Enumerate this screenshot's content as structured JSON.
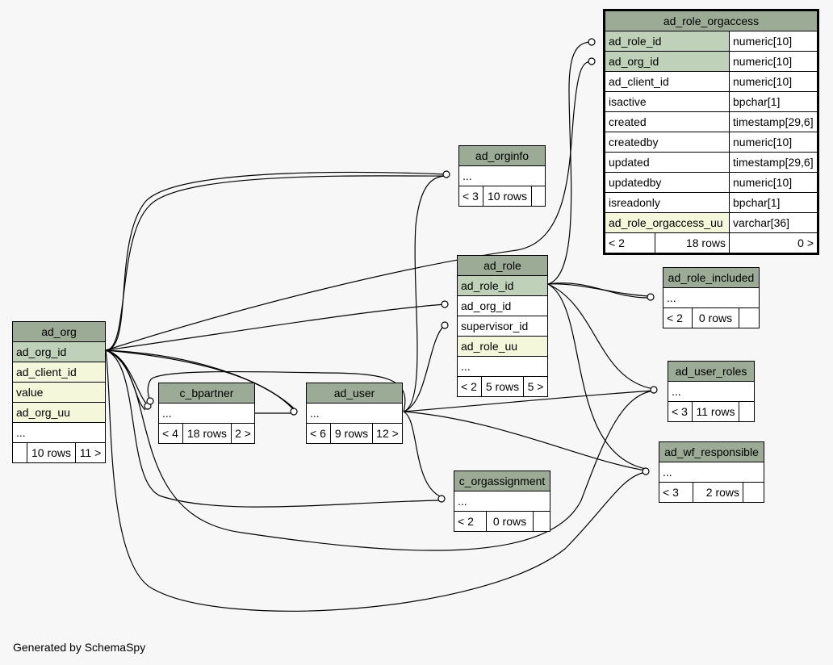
{
  "footer": "Generated by SchemaSpy",
  "colors": {
    "header": "#9bab96",
    "primary_key": "#bfd1b8",
    "indexed": "#f5f7db",
    "background": "#f7f7f7"
  },
  "tables": {
    "ad_role_orgaccess": {
      "name": "ad_role_orgaccess",
      "columns": [
        {
          "name": "ad_role_id",
          "type": "numeric[10]"
        },
        {
          "name": "ad_org_id",
          "type": "numeric[10]"
        },
        {
          "name": "ad_client_id",
          "type": "numeric[10]"
        },
        {
          "name": "isactive",
          "type": "bpchar[1]"
        },
        {
          "name": "created",
          "type": "timestamp[29,6]"
        },
        {
          "name": "createdby",
          "type": "numeric[10]"
        },
        {
          "name": "updated",
          "type": "timestamp[29,6]"
        },
        {
          "name": "updatedby",
          "type": "numeric[10]"
        },
        {
          "name": "isreadonly",
          "type": "bpchar[1]"
        },
        {
          "name": "ad_role_orgaccess_uu",
          "type": "varchar[36]"
        }
      ],
      "footer": {
        "parents": "< 2",
        "rows": "18 rows",
        "children": "0 >"
      }
    },
    "ad_orginfo": {
      "name": "ad_orginfo",
      "columns": [
        "..."
      ],
      "footer": {
        "parents": "< 3",
        "rows": "10 rows",
        "children": ""
      }
    },
    "ad_role": {
      "name": "ad_role",
      "columns": [
        "ad_role_id",
        "ad_org_id",
        "supervisor_id",
        "ad_role_uu",
        "..."
      ],
      "footer": {
        "parents": "< 2",
        "rows": "5 rows",
        "children": "5 >"
      }
    },
    "ad_role_included": {
      "name": "ad_role_included",
      "columns": [
        "..."
      ],
      "footer": {
        "parents": "< 2",
        "rows": "0 rows",
        "children": ""
      }
    },
    "ad_org": {
      "name": "ad_org",
      "columns": [
        "ad_org_id",
        "ad_client_id",
        "value",
        "ad_org_uu",
        "..."
      ],
      "footer": {
        "parents": "",
        "rows": "10 rows",
        "children": "11 >"
      }
    },
    "c_bpartner": {
      "name": "c_bpartner",
      "columns": [
        "..."
      ],
      "footer": {
        "parents": "< 4",
        "rows": "18 rows",
        "children": "2 >"
      }
    },
    "ad_user": {
      "name": "ad_user",
      "columns": [
        "..."
      ],
      "footer": {
        "parents": "< 6",
        "rows": "9 rows",
        "children": "12 >"
      }
    },
    "ad_user_roles": {
      "name": "ad_user_roles",
      "columns": [
        "..."
      ],
      "footer": {
        "parents": "< 3",
        "rows": "11 rows",
        "children": ""
      }
    },
    "ad_wf_responsible": {
      "name": "ad_wf_responsible",
      "columns": [
        "..."
      ],
      "footer": {
        "parents": "< 3",
        "rows": "2 rows",
        "children": ""
      }
    },
    "c_orgassignment": {
      "name": "c_orgassignment",
      "columns": [
        "..."
      ],
      "footer": {
        "parents": "< 2",
        "rows": "0 rows",
        "children": ""
      }
    }
  }
}
